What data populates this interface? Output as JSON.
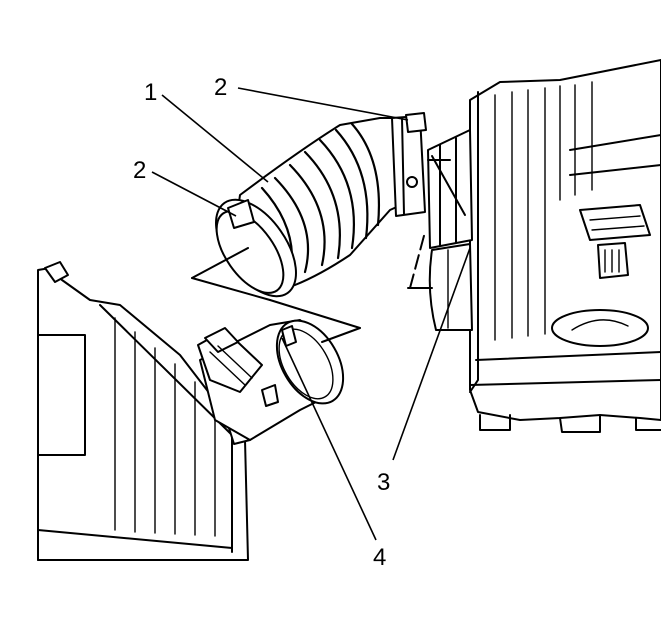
{
  "callouts": {
    "c1": "1",
    "c2_top": "2",
    "c2_left": "2",
    "c3": "3",
    "c4": "4"
  },
  "colors": {
    "line": "#000000",
    "background": "#ffffff"
  }
}
